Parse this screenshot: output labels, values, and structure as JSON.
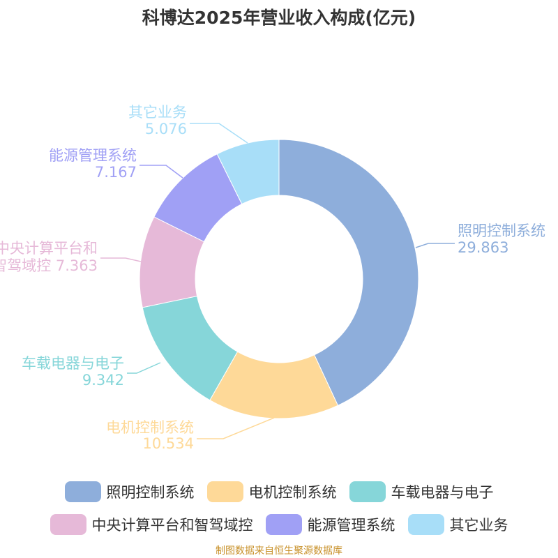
{
  "chart_data": {
    "type": "pie",
    "title": "科博达2025年营业收入构成(亿元)",
    "unit": "亿元",
    "donut": true,
    "legend_position": "bottom",
    "categories": [
      "照明控制系统",
      "电机控制系统",
      "车载电器与电子",
      "中央计算平台和智驾域控",
      "能源管理系统",
      "其它业务"
    ],
    "values": [
      29.863,
      10.534,
      9.342,
      7.363,
      7.167,
      5.076
    ],
    "value_labels": [
      "29.863",
      "10.534",
      "9.342",
      "7.363",
      "7.167",
      "5.076"
    ],
    "colors": [
      "#8eaedb",
      "#fed998",
      "#86d6d9",
      "#e6b9d8",
      "#a0a0f5",
      "#a8def8"
    ]
  },
  "source": "制图数据来自恒生聚源数据库"
}
